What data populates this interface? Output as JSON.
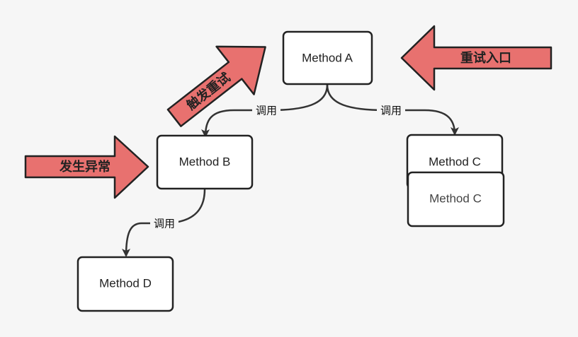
{
  "nodes": {
    "method_a": "Method A",
    "method_b": "Method B",
    "method_c_back": "Method C",
    "method_c_front": "Method C",
    "method_d": "Method D"
  },
  "edges": {
    "a_to_b": "调用",
    "a_to_c": "调用",
    "b_to_d": "调用"
  },
  "callouts": {
    "retry_trigger": "触发重试",
    "retry_entry": "重试入口",
    "exception_occurs": "发生异常"
  },
  "colors": {
    "callout_fill": "#e8716f",
    "stroke": "#222222",
    "node_fill": "#ffffff"
  }
}
